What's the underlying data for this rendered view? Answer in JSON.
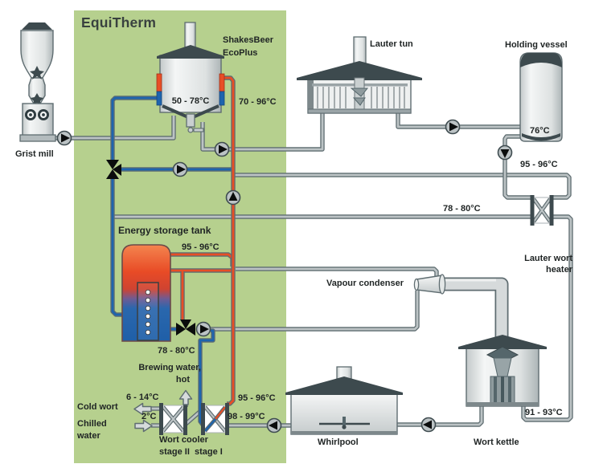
{
  "title": "EquiTherm",
  "grist_mill": {
    "label": "Grist mill"
  },
  "mash_vessel": {
    "name1": "ShakesBeer",
    "name2": "EcoPlus",
    "temp_inner": "50 - 78°C",
    "temp_supply": "70 - 96°C"
  },
  "lauter_tun": {
    "label": "Lauter tun"
  },
  "holding_vessel": {
    "label": "Holding vessel",
    "temp": "76°C"
  },
  "heater": {
    "name1": "Lauter wort",
    "name2": "heater",
    "temp_supply": "95 - 96°C",
    "temp_return": "78 - 80°C"
  },
  "energy_tank": {
    "label": "Energy storage tank",
    "temp_top": "95 - 96°C",
    "temp_mixed": "78 - 80°C"
  },
  "condenser": {
    "label": "Vapour condenser"
  },
  "kettle": {
    "label": "Wort kettle",
    "temp_in": "91 - 93°C"
  },
  "whirlpool": {
    "label": "Whirlpool"
  },
  "cooler": {
    "label": "Wort cooler",
    "stages": "stage II  stage I",
    "temp_hot_out": "95 - 96°C",
    "temp_wort_in": "98 - 99°C",
    "temp_cold_wort": "6 - 14°C",
    "temp_chilled": "2°C"
  },
  "streams": {
    "brewing1": "Brewing water,",
    "brewing2": "hot",
    "cold_wort": "Cold wort",
    "chilled1": "Chilled",
    "chilled2": "water"
  },
  "colors": {
    "panel_green": "#b6d08e",
    "pipe_hot": "#e84e26",
    "pipe_cold": "#1e64ae",
    "pipe_neutral": "#bcc3c5",
    "pipe_outline": "#5f6d71",
    "vessel_dark": "#3d4a4e"
  }
}
